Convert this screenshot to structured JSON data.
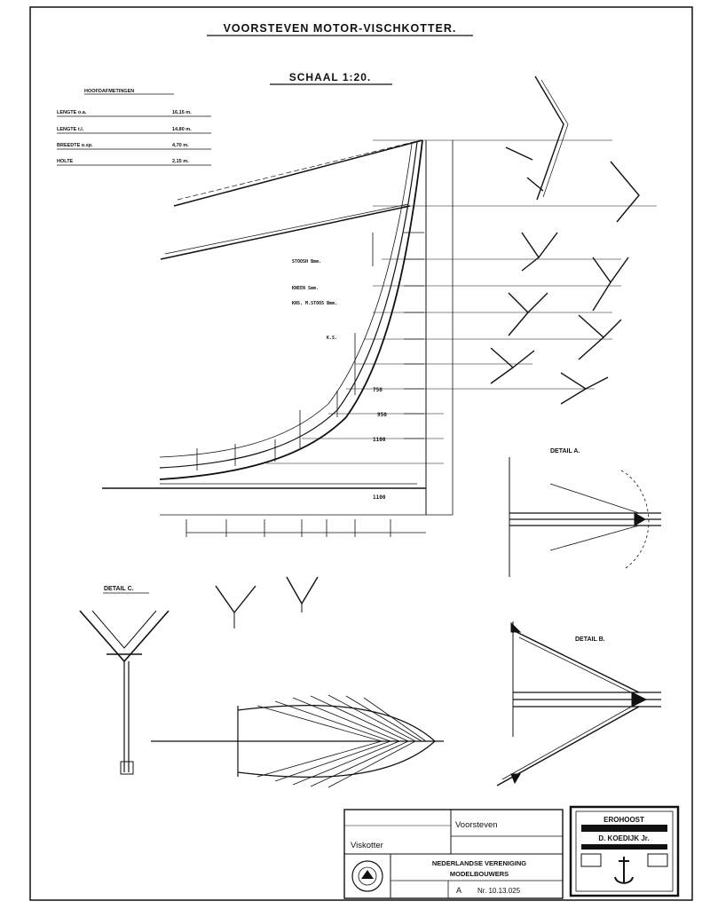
{
  "drawing": {
    "title": "VOORSTEVEN MOTOR-VISCHKOTTER.",
    "scale": "SCHAAL 1:20."
  },
  "dimensions": {
    "header": "HOOFDAFMETINGEN",
    "rows": [
      {
        "label": "LENGTE o.a.",
        "value": "16,15 m."
      },
      {
        "label": "LENGTE t.l.",
        "value": "14,80 m."
      },
      {
        "label": "BREEDTE o.sp.",
        "value": "4,70 m."
      },
      {
        "label": "HOLTE",
        "value": "2,15 m."
      }
    ]
  },
  "stem_labels": {
    "l1": "STOOSH Bmm.",
    "l2": "KNEEN Smm.",
    "l3": "KNS. M.STOOS Bmm.",
    "l4": "K.S."
  },
  "station_labels": [
    "750",
    "950",
    "1100"
  ],
  "bottom_dim": "1100",
  "details": {
    "a": "DETAIL A.",
    "b": "DETAIL B.",
    "c": "DETAIL C."
  },
  "title_block": {
    "subject": "Voorsteven",
    "vessel": "Viskotter",
    "org_line1": "NEDERLANDSE VERENIGING",
    "org_line2": "MODELBOUWERS",
    "sheet": "A",
    "number": "Nr. 10.13.025",
    "stamp_top": "EROHOOST",
    "stamp_name": "D. KOEDIJK Jr."
  }
}
